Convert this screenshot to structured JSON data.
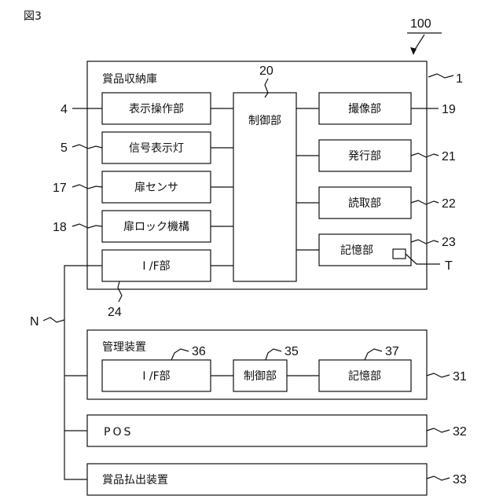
{
  "figure_label": "図3",
  "system_number": "100",
  "storage": {
    "number": "1",
    "title": "賞品収納庫",
    "left_blocks": [
      {
        "label": "表示操作部",
        "number": "4"
      },
      {
        "label": "信号表示灯",
        "number": "5"
      },
      {
        "label": "扉センサ",
        "number": "17"
      },
      {
        "label": "扉ロック機構",
        "number": "18"
      },
      {
        "label": "I /F部",
        "number": "24"
      }
    ],
    "controller": {
      "label": "制御部",
      "number": "20"
    },
    "right_blocks": [
      {
        "label": "撮像部",
        "number": "19"
      },
      {
        "label": "発行部",
        "number": "21"
      },
      {
        "label": "読取部",
        "number": "22"
      },
      {
        "label": "記憶部",
        "number": "23",
        "inner_label": "T"
      }
    ]
  },
  "network_label": "N",
  "management": {
    "number": "31",
    "title": "管理装置",
    "blocks": [
      {
        "label": "I /F部",
        "number": "36"
      },
      {
        "label": "制御部",
        "number": "35"
      },
      {
        "label": "記憶部",
        "number": "37"
      }
    ]
  },
  "pos": {
    "label": "POS",
    "number": "32"
  },
  "payout": {
    "label": "賞品払出装置",
    "number": "33"
  }
}
